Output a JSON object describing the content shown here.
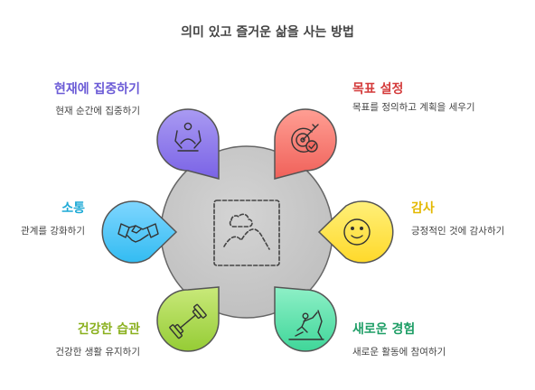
{
  "title": "의미 있고 즐거운 삶을 사는 방법",
  "nodes": [
    {
      "id": "present",
      "label": "현재에 집중하기",
      "desc": "현재 순간에 집중하기",
      "color": "#6b5bd6",
      "icon": "meditation-icon"
    },
    {
      "id": "goal",
      "label": "목표 설정",
      "desc": "목표를 정의하고 계획을 세우기",
      "color": "#d43b3b",
      "icon": "target-icon"
    },
    {
      "id": "comm",
      "label": "소통",
      "desc": "관계를 강화하기",
      "color": "#1eaad6",
      "icon": "handshake-icon"
    },
    {
      "id": "thanks",
      "label": "감사",
      "desc": "긍정적인 것에 감사하기",
      "color": "#e3b800",
      "icon": "smile-icon"
    },
    {
      "id": "health",
      "label": "건강한 습관",
      "desc": "건강한 생활 유지하기",
      "color": "#8ab01e",
      "icon": "dumbbell-icon"
    },
    {
      "id": "newexp",
      "label": "새로운 경험",
      "desc": "새로운 활동에 참여하기",
      "color": "#1e9e66",
      "icon": "climbing-icon"
    }
  ]
}
